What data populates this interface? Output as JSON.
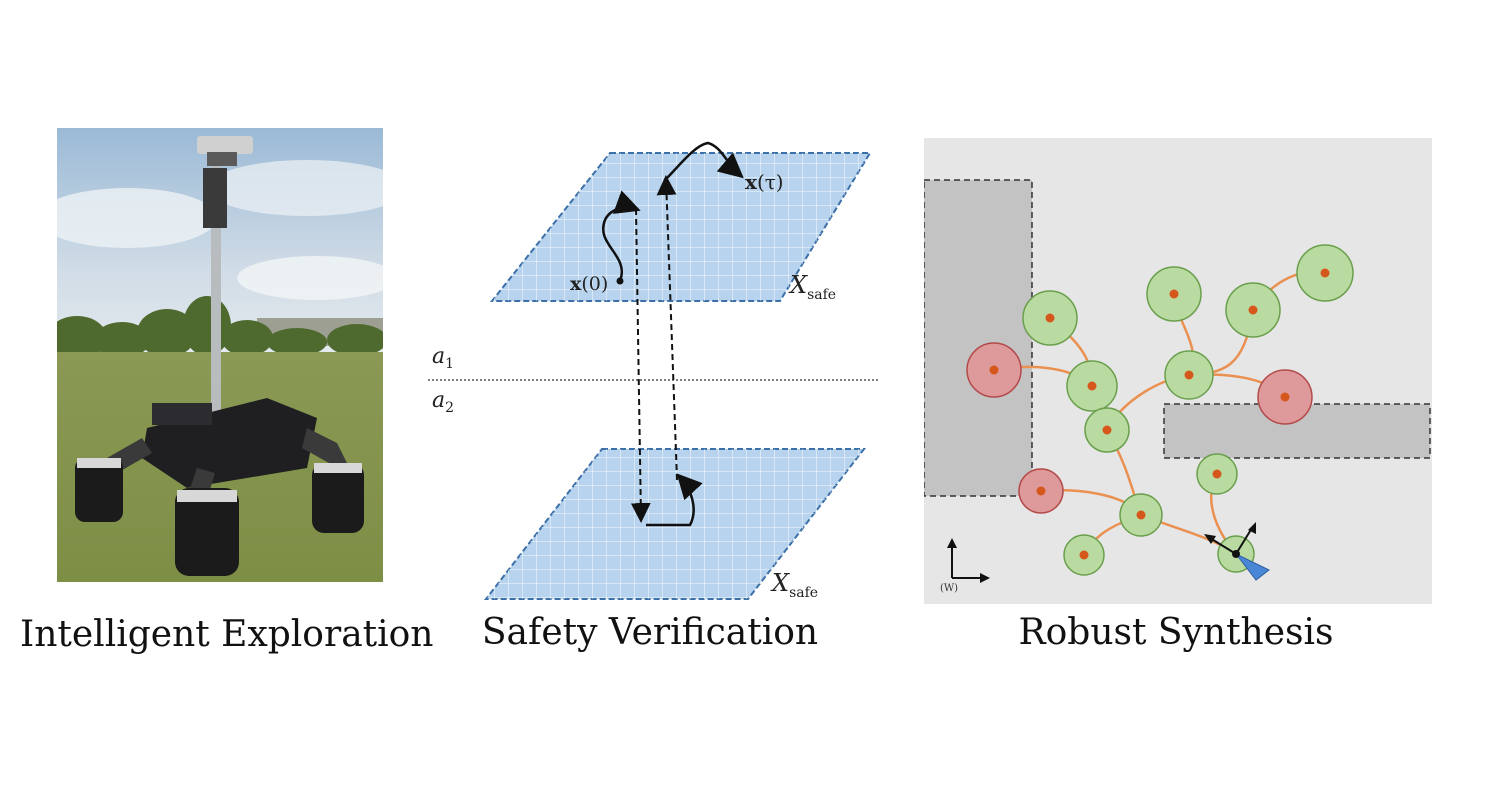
{
  "captions": {
    "exploration": "Intelligent Exploration",
    "verification": "Safety Verification",
    "synthesis": "Robust Synthesis"
  },
  "safety": {
    "action_top": "a",
    "action_top_sub": "1",
    "action_bottom": "a",
    "action_bottom_sub": "2",
    "initial_state": "x",
    "initial_state_arg": "(0)",
    "final_state": "x",
    "final_state_arg": "(τ)",
    "safe_set": "X",
    "safe_set_sub": "safe"
  },
  "synthesis": {
    "frame_label": "(W)"
  },
  "colors": {
    "plane_fill": "#b7d3ee",
    "plane_edge": "#3c70a8",
    "obstacle_fill": "#c3c3c3",
    "workspace_bg": "#e6e6e6",
    "safe_node": "#b9dba2",
    "unsafe_node": "#de9a9a",
    "edge_orange": "#ea9152",
    "node_center": "#d5571b",
    "robot_blue": "#4a86d6"
  }
}
